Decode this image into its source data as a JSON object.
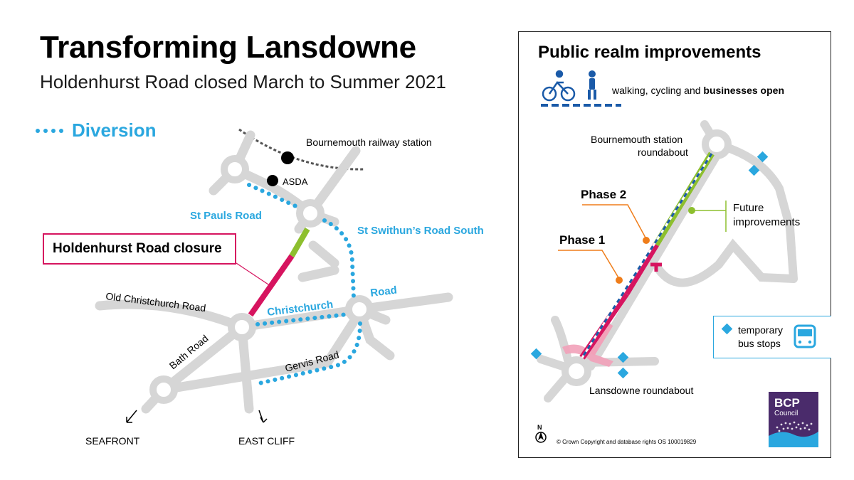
{
  "title": "Transforming Lansdowne",
  "subtitle": "Holdenhurst Road closed March to Summer 2021",
  "legend": {
    "diversion": "Diversion"
  },
  "left_map": {
    "railway_station": "Bournemouth railway station",
    "asda": "ASDA",
    "st_pauls_road": "St Pauls Road",
    "st_swithuns_road_south": "St Swithun’s Road South",
    "closure_label": "Holdenhurst Road closure",
    "old_christchurch_road": "Old Christchurch Road",
    "christchurch": "Christchurch",
    "road": "Road",
    "bath_road": "Bath Road",
    "gervis_road": "Gervis Road",
    "seafront": "SEAFRONT",
    "east_cliff": "EAST CLIFF"
  },
  "right_panel": {
    "title": "Public realm improvements",
    "open_text_prefix": "walking, cycling and ",
    "open_text_bold": "businesses open",
    "station_roundabout_line1": "Bournemouth station",
    "station_roundabout_line2": "roundabout",
    "phase2": "Phase 2",
    "phase1": "Phase 1",
    "future_line1": "Future",
    "future_line2": "improvements",
    "bus_stops_line1": "temporary",
    "bus_stops_line2": "bus stops",
    "lansdowne_roundabout": "Lansdowne roundabout",
    "north": "N",
    "copyright": "© Crown Copyright and database rights OS 100019829"
  },
  "logo": {
    "line1": "BCP",
    "line2": "Council"
  },
  "colors": {
    "diversion": "#2aa7df",
    "closure": "#d6145f",
    "future": "#8dbf2e",
    "phase": "#ef7d1a",
    "road": "#d6d6d6",
    "logo": "#4a2b6b"
  }
}
